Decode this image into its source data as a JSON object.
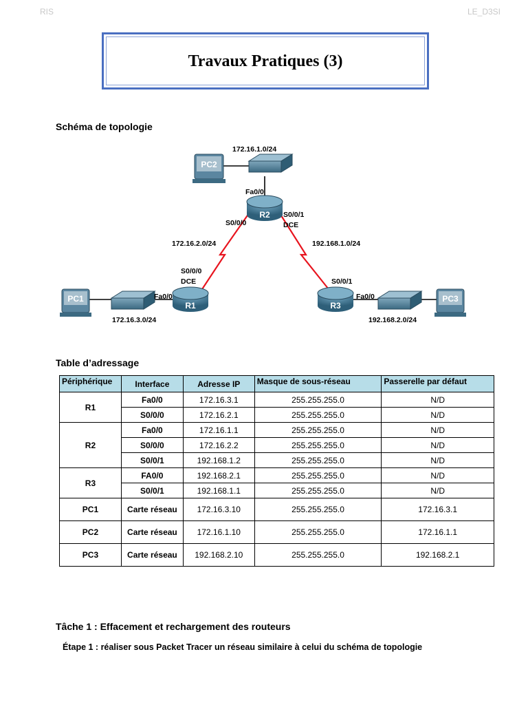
{
  "header": {
    "left": "RIS",
    "right": "LE_D3SI"
  },
  "title": "Travaux Pratiques (3)",
  "topology": {
    "heading": "Schéma de topologie",
    "devices": {
      "pc1": "PC1",
      "pc2": "PC2",
      "pc3": "PC3",
      "r1": "R1",
      "r2": "R2",
      "r3": "R3"
    },
    "labels": {
      "net_top": "172.16.1.0/24",
      "r2_fa": "Fa0/0",
      "r2_s000": "S0/0/0",
      "r2_s001": "S0/0/1",
      "r2_dce": "DCE",
      "net_left": "172.16.2.0/24",
      "net_right": "192.168.1.0/24",
      "r1_s000": "S0/0/0",
      "r1_dce": "DCE",
      "r1_fa": "Fa0/0",
      "r3_s001": "S0/0/1",
      "r3_fa": "Fa0/0",
      "net_r1_lan": "172.16.3.0/24",
      "net_r3_lan": "192.168.2.0/24"
    },
    "colors": {
      "serial_link": "#e8141e",
      "device": "#2f6f8c",
      "pc_label_bg": "#6e8fa3"
    }
  },
  "table": {
    "heading": "Table d’adressage",
    "columns": [
      "Périphérique",
      "Interface",
      "Adresse IP",
      "Masque de sous-réseau",
      "Passerelle par défaut"
    ],
    "groups": [
      {
        "device": "R1",
        "rows": [
          {
            "iface": "Fa0/0",
            "ip": "172.16.3.1",
            "mask": "255.255.255.0",
            "gw": "N/D"
          },
          {
            "iface": "S0/0/0",
            "ip": "172.16.2.1",
            "mask": "255.255.255.0",
            "gw": "N/D"
          }
        ]
      },
      {
        "device": "R2",
        "rows": [
          {
            "iface": "Fa0/0",
            "ip": "172.16.1.1",
            "mask": "255.255.255.0",
            "gw": "N/D"
          },
          {
            "iface": "S0/0/0",
            "ip": "172.16.2.2",
            "mask": "255.255.255.0",
            "gw": "N/D"
          },
          {
            "iface": "S0/0/1",
            "ip": "192.168.1.2",
            "mask": "255.255.255.0",
            "gw": "N/D"
          }
        ]
      },
      {
        "device": "R3",
        "rows": [
          {
            "iface": "FA0/0",
            "ip": "192.168.2.1",
            "mask": "255.255.255.0",
            "gw": "N/D"
          },
          {
            "iface": "S0/0/1",
            "ip": "192.168.1.1",
            "mask": "255.255.255.0",
            "gw": "N/D"
          }
        ]
      },
      {
        "device": "PC1",
        "rows": [
          {
            "iface": "Carte réseau",
            "ip": "172.16.3.10",
            "mask": "255.255.255.0",
            "gw": "172.16.3.1"
          }
        ]
      },
      {
        "device": "PC2",
        "rows": [
          {
            "iface": "Carte réseau",
            "ip": "172.16.1.10",
            "mask": "255.255.255.0",
            "gw": "172.16.1.1"
          }
        ]
      },
      {
        "device": "PC3",
        "rows": [
          {
            "iface": "Carte réseau",
            "ip": "192.168.2.10",
            "mask": "255.255.255.0",
            "gw": "192.168.2.1"
          }
        ]
      }
    ]
  },
  "task": {
    "title": "Tâche 1 : Effacement et rechargement des routeurs",
    "step1": "Étape 1 : réaliser sous Packet Tracer un réseau similaire à celui du schéma de  topologie"
  }
}
